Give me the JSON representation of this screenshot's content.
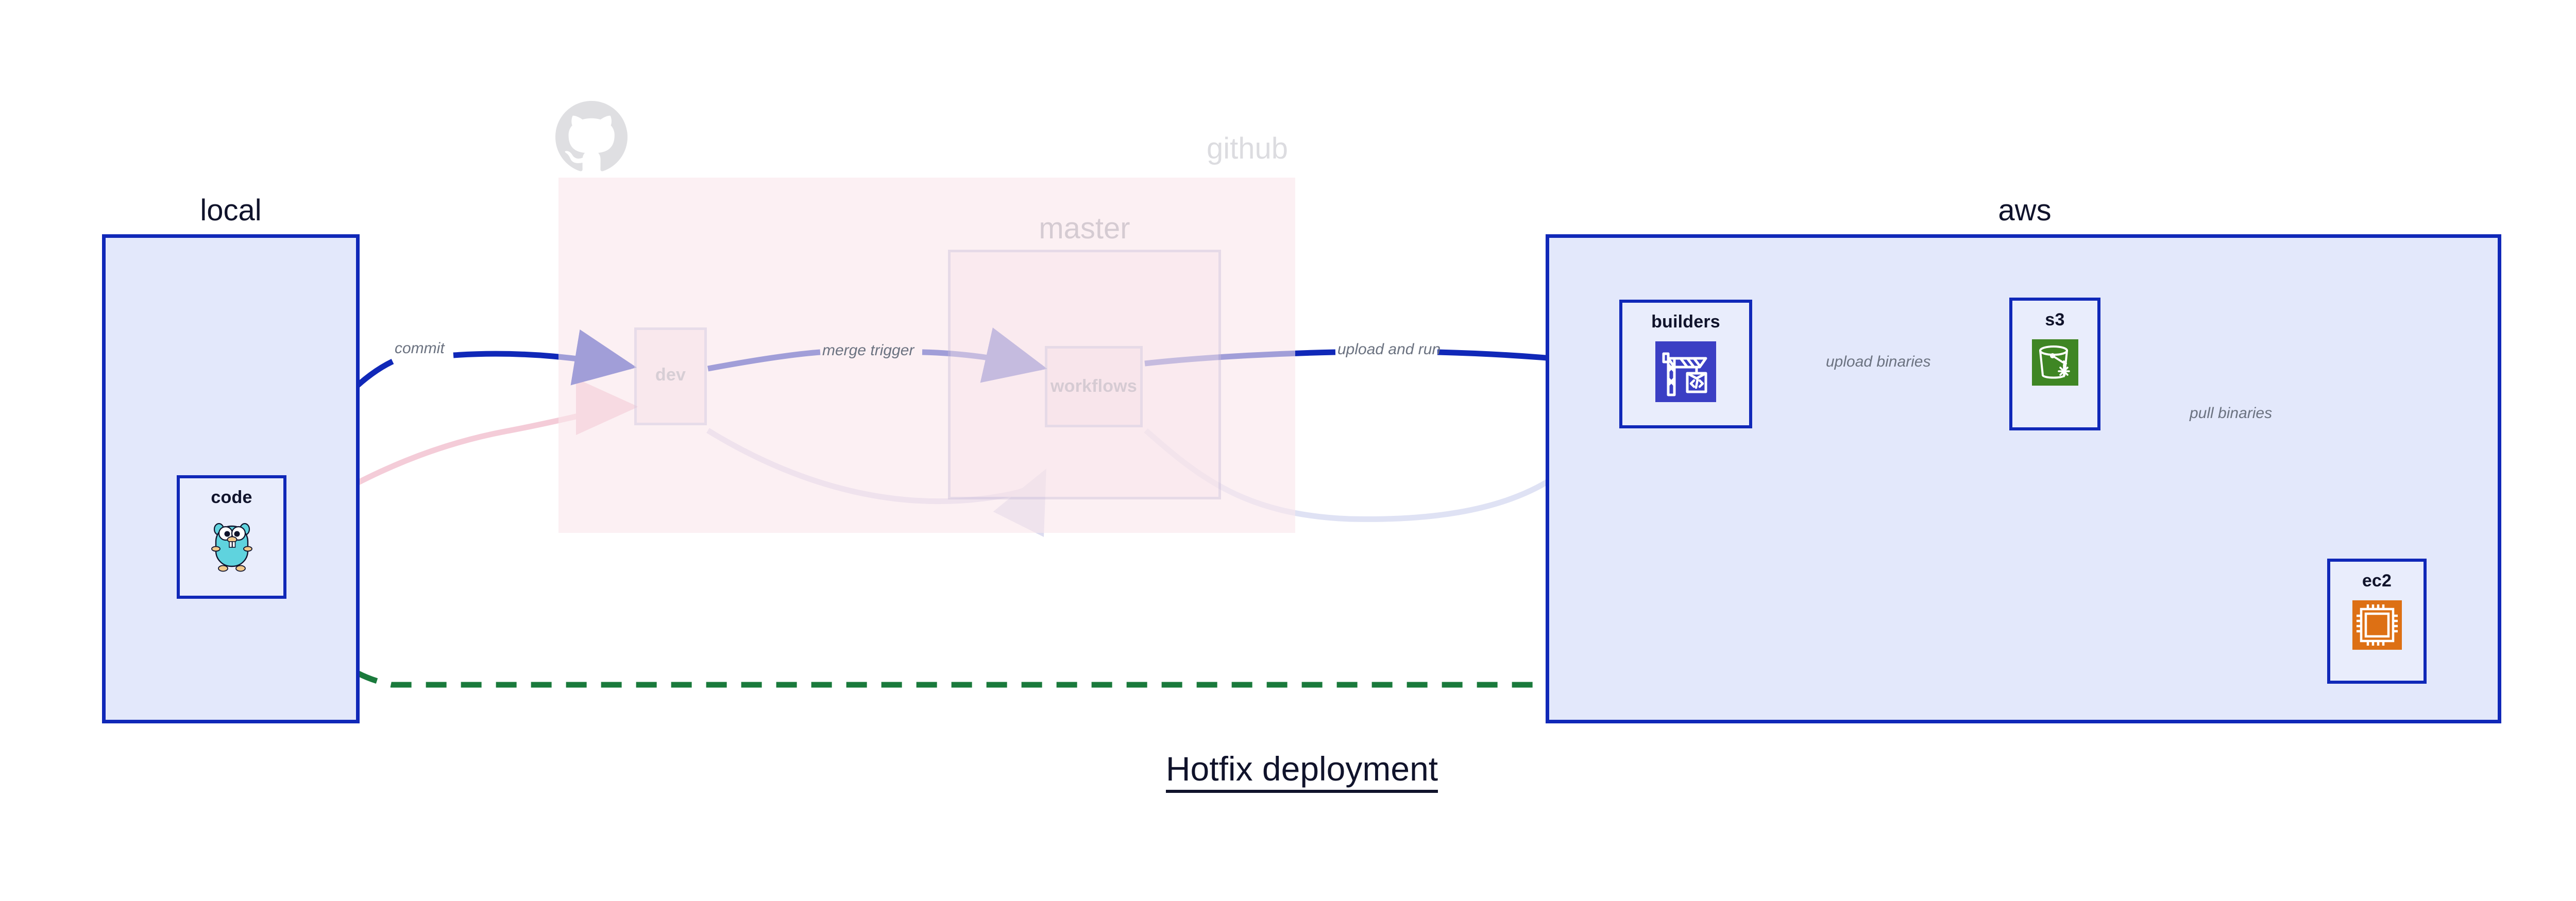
{
  "diagram": {
    "caption": "Hotfix deployment",
    "accent_blue": "#1028b8",
    "accent_green": "#1a7a3c",
    "group_fill_blue": "#e3e8fb",
    "group_fill_pink": "#fae6ec",
    "label_grey": "#6b7280"
  },
  "groups": [
    {
      "id": "local",
      "label": "local",
      "state": "active"
    },
    {
      "id": "github",
      "label": "github",
      "state": "dimmed"
    },
    {
      "id": "master",
      "label": "master",
      "state": "dimmed"
    },
    {
      "id": "aws",
      "label": "aws",
      "state": "active"
    }
  ],
  "nodes": [
    {
      "id": "code",
      "label": "code",
      "icon": "go-gopher-icon",
      "state": "active"
    },
    {
      "id": "dev",
      "label": "dev",
      "icon": "none",
      "state": "dimmed"
    },
    {
      "id": "workflows",
      "label": "workflows",
      "icon": "none",
      "state": "dimmed"
    },
    {
      "id": "builders",
      "label": "builders",
      "icon": "aws-codebuild-icon",
      "state": "active"
    },
    {
      "id": "s3",
      "label": "s3",
      "icon": "aws-s3-glacier-icon",
      "state": "active"
    },
    {
      "id": "ec2",
      "label": "ec2",
      "icon": "aws-ec2-chip-icon",
      "state": "active"
    }
  ],
  "edges": [
    {
      "id": "commit",
      "label": "commit",
      "from": "code",
      "to": "dev",
      "style": "solid-blue"
    },
    {
      "id": "merge-trigger",
      "label": "merge trigger",
      "from": "dev",
      "to": "workflows",
      "style": "solid-blue"
    },
    {
      "id": "upload-and-run",
      "label": "upload and run",
      "from": "workflows",
      "to": "builders",
      "style": "solid-blue"
    },
    {
      "id": "upload-binaries",
      "label": "upload binaries",
      "from": "builders",
      "to": "s3",
      "style": "solid-blue"
    },
    {
      "id": "pull-binaries",
      "label": "pull binaries",
      "from": "s3",
      "to": "ec2",
      "style": "solid-blue"
    },
    {
      "id": "hotfix-direct",
      "label": "",
      "from": "code",
      "to": "ec2",
      "style": "dashed-green"
    }
  ],
  "ghost_edges": [
    {
      "id": "ghost-code-dev",
      "from": "code",
      "to": "dev",
      "style": "faint-pink"
    },
    {
      "id": "ghost-dev-workflows",
      "from": "dev",
      "to": "workflows",
      "style": "faint-lavender"
    },
    {
      "id": "ghost-workflows-aws",
      "from": "workflows",
      "to": "builders",
      "style": "faint-lavender"
    }
  ],
  "icons": {
    "github": "github-mark-icon"
  }
}
